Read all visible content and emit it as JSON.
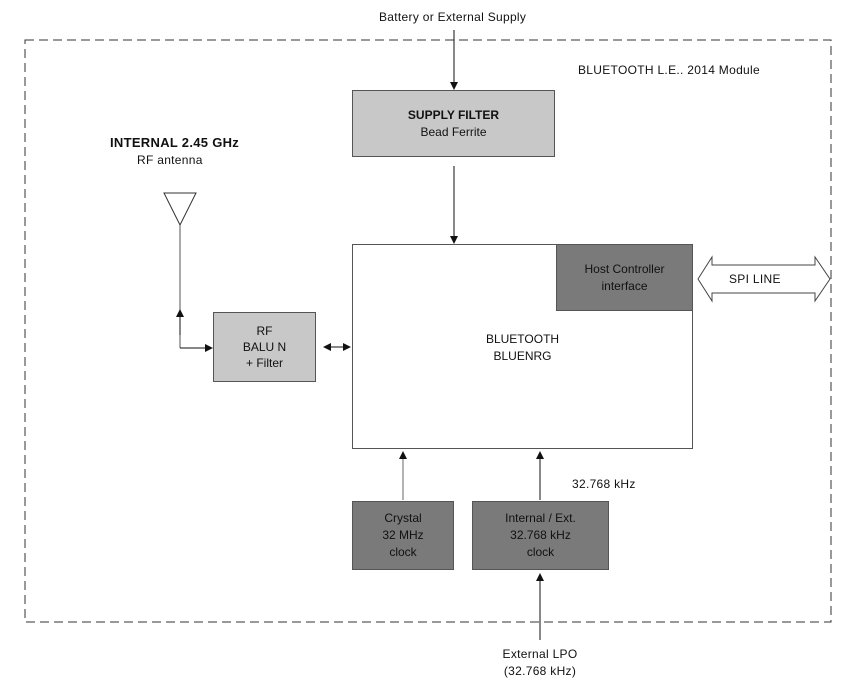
{
  "supply_label": "Battery or External Supply",
  "module_label": "BLUETOOTH L.E.. 2014 Module",
  "supply_filter": {
    "title": "SUPPLY FILTER",
    "subtitle": "Bead Ferrite"
  },
  "antenna": {
    "title": "INTERNAL 2.45 GHz",
    "subtitle": "RF  antenna"
  },
  "balun": {
    "line1": "RF",
    "line2": "BALU N",
    "line3": "+ Filter"
  },
  "host_controller": {
    "line1": "Host Controller",
    "line2": "interface"
  },
  "spi_line": "SPI  LINE",
  "bluetooth": {
    "line1": "BLUETOOTH",
    "line2": "BLUENRG"
  },
  "crystal": {
    "line1": "Crystal",
    "line2": "32 MHz",
    "line3": "clock"
  },
  "lpo_clock": {
    "line1": "Internal / Ext.",
    "line2": "32.768 kHz",
    "line3": "clock"
  },
  "freq_label": "32.768 kHz",
  "external_lpo": {
    "line1": "External LPO",
    "line2": "(32.768 kHz)"
  },
  "colors": {
    "light_box": "#c8c8c8",
    "dark_box": "#7a7a7a",
    "line": "#222222"
  }
}
